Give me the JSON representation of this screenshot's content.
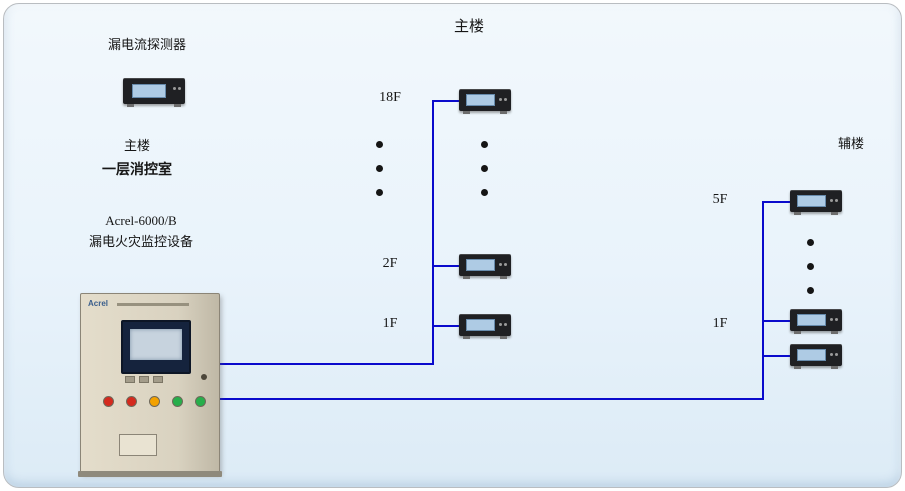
{
  "colors": {
    "wire": "#0a0acc",
    "panel_bg": "#e9f3fb",
    "device_screen": "#aecbe4",
    "indicator_lights": [
      "#d42a1e",
      "#d42a1e",
      "#f2a100",
      "#27ae4b",
      "#27ae4b"
    ]
  },
  "labels": {
    "main_building": "主楼",
    "aux_building": "辅楼"
  },
  "left_column": {
    "detector_label": "漏电流探测器",
    "room_line1": "主楼",
    "room_line2": "一层消控室",
    "equipment_line1": "Acrel-6000/B",
    "equipment_line2": "漏电火灾监控设备"
  },
  "cabinet": {
    "brand": "Acrel"
  },
  "main_floors": {
    "f18": "18F",
    "f2": "2F",
    "f1": "1F"
  },
  "aux_floors": {
    "f5": "5F",
    "f1": "1F"
  }
}
